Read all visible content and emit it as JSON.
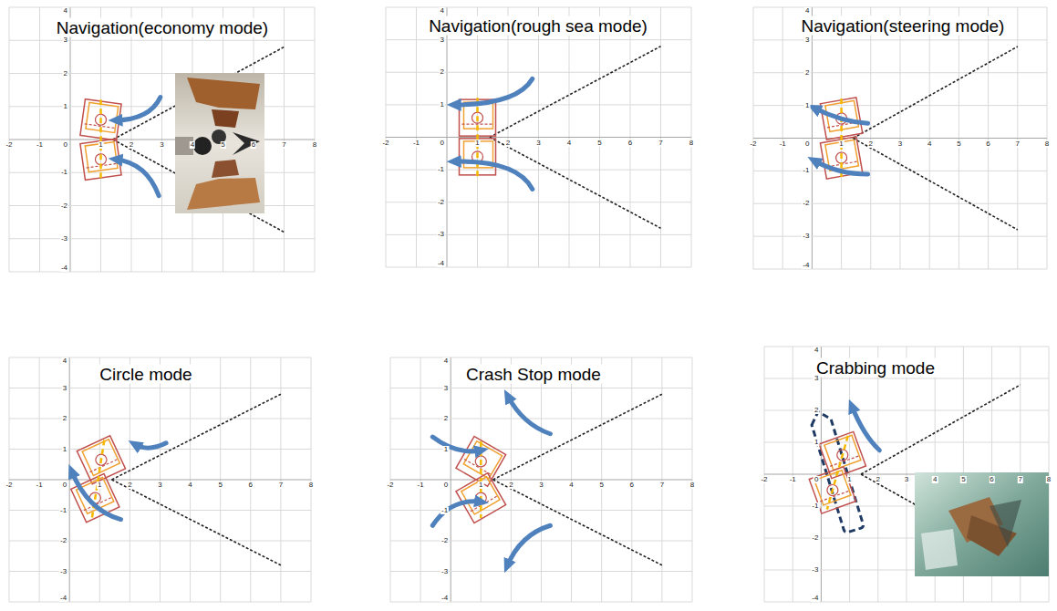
{
  "diagram": {
    "labels": [
      "Navigation(economy mode)",
      "-2",
      "-1",
      "0",
      "1",
      "2",
      "3",
      "4",
      "5",
      "6",
      "7",
      "8",
      "4",
      "3",
      "2",
      "1",
      "-1",
      "-2",
      "-3",
      "-4",
      "Navigation(rough sea mode)",
      "-2",
      "-1",
      "0",
      "1",
      "2",
      "3",
      "4",
      "5",
      "6",
      "7",
      "8",
      "4",
      "3",
      "2",
      "1",
      "-1",
      "-2",
      "-3",
      "-4",
      "Navigation(steering mode)",
      "-2",
      "-1",
      "0",
      "1",
      "2",
      "3",
      "4",
      "5",
      "6",
      "7",
      "8",
      "4",
      "3",
      "2",
      "1",
      "-1",
      "-2",
      "-3",
      "-4",
      "Circle mode",
      "-2",
      "-1",
      "0",
      "1",
      "2",
      "3",
      "4",
      "5",
      "6",
      "7",
      "8",
      "4",
      "3",
      "2",
      "1",
      "-1",
      "-2",
      "-3",
      "-4",
      "Crash Stop mode",
      "-2",
      "-1",
      "0",
      "1",
      "2",
      "3",
      "4",
      "5",
      "6",
      "7",
      "8",
      "4",
      "3",
      "2",
      "1",
      "-1",
      "-2",
      "-3",
      "-4",
      "Crabbing mode",
      "-2",
      "-1",
      "0",
      "1",
      "2",
      "3",
      "4",
      "5",
      "6",
      "7",
      "8",
      "4",
      "3",
      "2",
      "1",
      "-1",
      "-2",
      "-3",
      "-4"
    ]
  }
}
